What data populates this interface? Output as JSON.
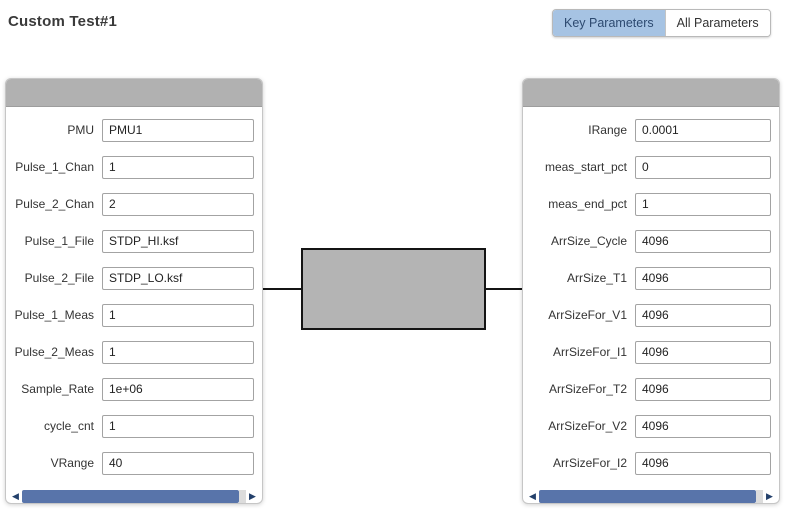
{
  "page": {
    "title": "Custom Test#1"
  },
  "toggle": {
    "key_label": "Key Parameters",
    "all_label": "All Parameters",
    "selected": "Key Parameters"
  },
  "colors": {
    "selected_tab_bg": "#a6c3e3",
    "selected_tab_text": "#2d4a70",
    "panel_header": "#b1b1b1",
    "scrollbar_thumb": "#5874aa",
    "scrollbar_arrow": "#23406b",
    "node_fill": "#b4b4b4",
    "node_border": "#141414"
  },
  "icons": {
    "left_arrow": "◀",
    "right_arrow": "▶"
  },
  "left_panel": {
    "rows": [
      {
        "label": "PMU",
        "value": "PMU1"
      },
      {
        "label": "Pulse_1_Chan",
        "value": "1"
      },
      {
        "label": "Pulse_2_Chan",
        "value": "2"
      },
      {
        "label": "Pulse_1_File",
        "value": "STDP_HI.ksf"
      },
      {
        "label": "Pulse_2_File",
        "value": "STDP_LO.ksf"
      },
      {
        "label": "Pulse_1_Meas",
        "value": "1"
      },
      {
        "label": "Pulse_2_Meas",
        "value": "1"
      },
      {
        "label": "Sample_Rate",
        "value": "1e+06"
      },
      {
        "label": "cycle_cnt",
        "value": "1"
      },
      {
        "label": "VRange",
        "value": "40"
      }
    ]
  },
  "right_panel": {
    "rows": [
      {
        "label": "IRange",
        "value": "0.0001"
      },
      {
        "label": "meas_start_pct",
        "value": "0"
      },
      {
        "label": "meas_end_pct",
        "value": "1"
      },
      {
        "label": "ArrSize_Cycle",
        "value": "4096"
      },
      {
        "label": "ArrSize_T1",
        "value": "4096"
      },
      {
        "label": "ArrSizeFor_V1",
        "value": "4096"
      },
      {
        "label": "ArrSizeFor_I1",
        "value": "4096"
      },
      {
        "label": "ArrSizeFor_T2",
        "value": "4096"
      },
      {
        "label": "ArrSizeFor_V2",
        "value": "4096"
      },
      {
        "label": "ArrSizeFor_I2",
        "value": "4096"
      }
    ]
  }
}
